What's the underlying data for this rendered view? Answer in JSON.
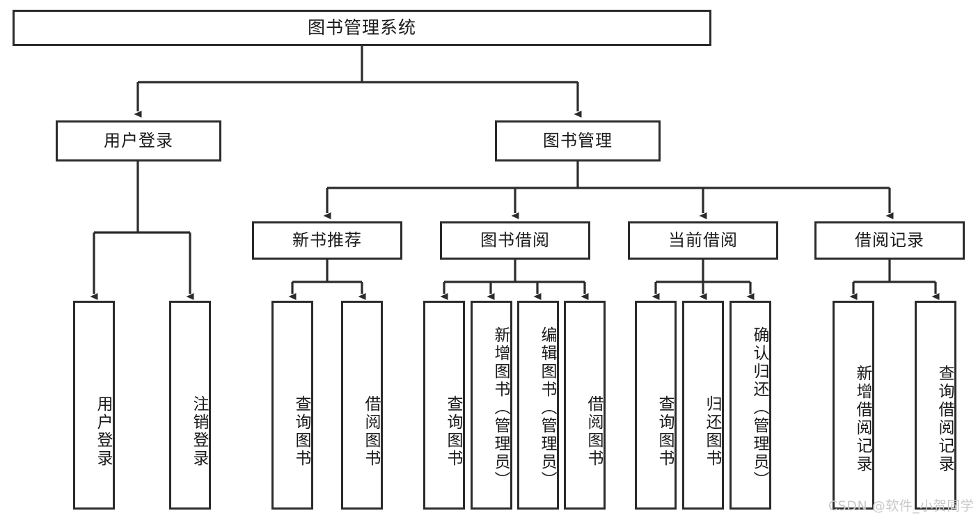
{
  "diagram": {
    "type": "tree-hierarchy",
    "title": "图书管理系统",
    "root": {
      "label": "图书管理系统"
    },
    "level2": [
      {
        "id": "user-login",
        "label": "用户登录"
      },
      {
        "id": "book-management",
        "label": "图书管理"
      }
    ],
    "level3": [
      {
        "id": "new-book-recommend",
        "label": "新书推荐"
      },
      {
        "id": "book-borrow",
        "label": "图书借阅"
      },
      {
        "id": "current-borrow",
        "label": "当前借阅"
      },
      {
        "id": "borrow-record",
        "label": "借阅记录"
      }
    ],
    "leaves": {
      "user_login": [
        {
          "id": "leaf-user-login",
          "label": "用户登录"
        },
        {
          "id": "leaf-logout-login",
          "label": "注销登录"
        }
      ],
      "new_book_recommend": [
        {
          "id": "leaf-query-book-1",
          "label": "查询图书"
        },
        {
          "id": "leaf-borrow-book-1",
          "label": "借阅图书"
        }
      ],
      "book_borrow": [
        {
          "id": "leaf-query-book-2",
          "label": "查询图书"
        },
        {
          "id": "leaf-add-book",
          "label": "新增图书（管理员）"
        },
        {
          "id": "leaf-edit-book",
          "label": "编辑图书（管理员）"
        },
        {
          "id": "leaf-borrow-book-2",
          "label": "借阅图书"
        }
      ],
      "current_borrow": [
        {
          "id": "leaf-query-book-3",
          "label": "查询图书"
        },
        {
          "id": "leaf-return-book",
          "label": "归还图书"
        },
        {
          "id": "leaf-confirm-return",
          "label": "确认归还（管理员）"
        }
      ],
      "borrow_record": [
        {
          "id": "leaf-add-record",
          "label": "新增借阅记录"
        },
        {
          "id": "leaf-query-record",
          "label": "查询借阅记录"
        }
      ]
    }
  },
  "watermark": {
    "text": "CSDN @软件_小贺同学"
  },
  "colors": {
    "stroke": "#2b2b2b",
    "background": "#ffffff",
    "text": "#1a1a1a",
    "watermark": "#c9c9c9"
  }
}
